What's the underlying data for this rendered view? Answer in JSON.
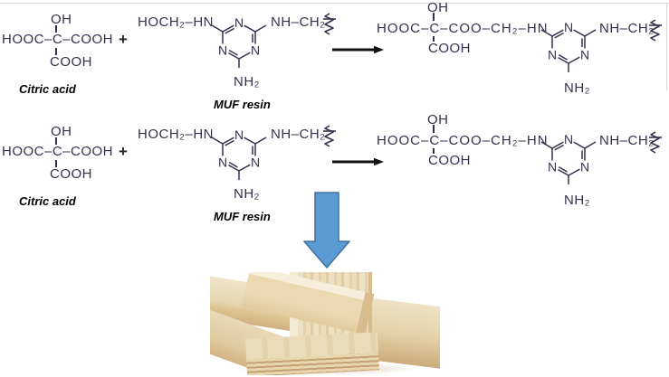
{
  "figure": {
    "type": "chemical-reaction-scheme",
    "description_labels": {
      "citric_acid": "Citric acid",
      "muf_resin": "MUF resin"
    }
  },
  "chem": {
    "n": "N",
    "plus": "+",
    "citric": {
      "oh": "OH",
      "main": "HOOC–C–COOH",
      "cooh": "COOH",
      "label": "Citric acid"
    },
    "muf": {
      "left": "HOCH₂–HN",
      "right": "NH–CH₂",
      "nh2": "NH₂",
      "label": "MUF resin"
    },
    "product": {
      "oh": "OH",
      "main": "HOOC–C–COO–CH₂–HN",
      "cooh": "COOH",
      "right": "NH–CH₂",
      "nh2": "NH₂"
    }
  },
  "colors": {
    "structure": "#32324e",
    "label_text": "#000000",
    "reaction_arrow": "#111111",
    "down_arrow_fill": "#5b9bd5",
    "down_arrow_border": "#41719c",
    "border_line": "#d8d8d8",
    "wood_light": "#f2e8d2",
    "wood_mid": "#e6d3ab",
    "wood_dark": "#cfae7f"
  }
}
